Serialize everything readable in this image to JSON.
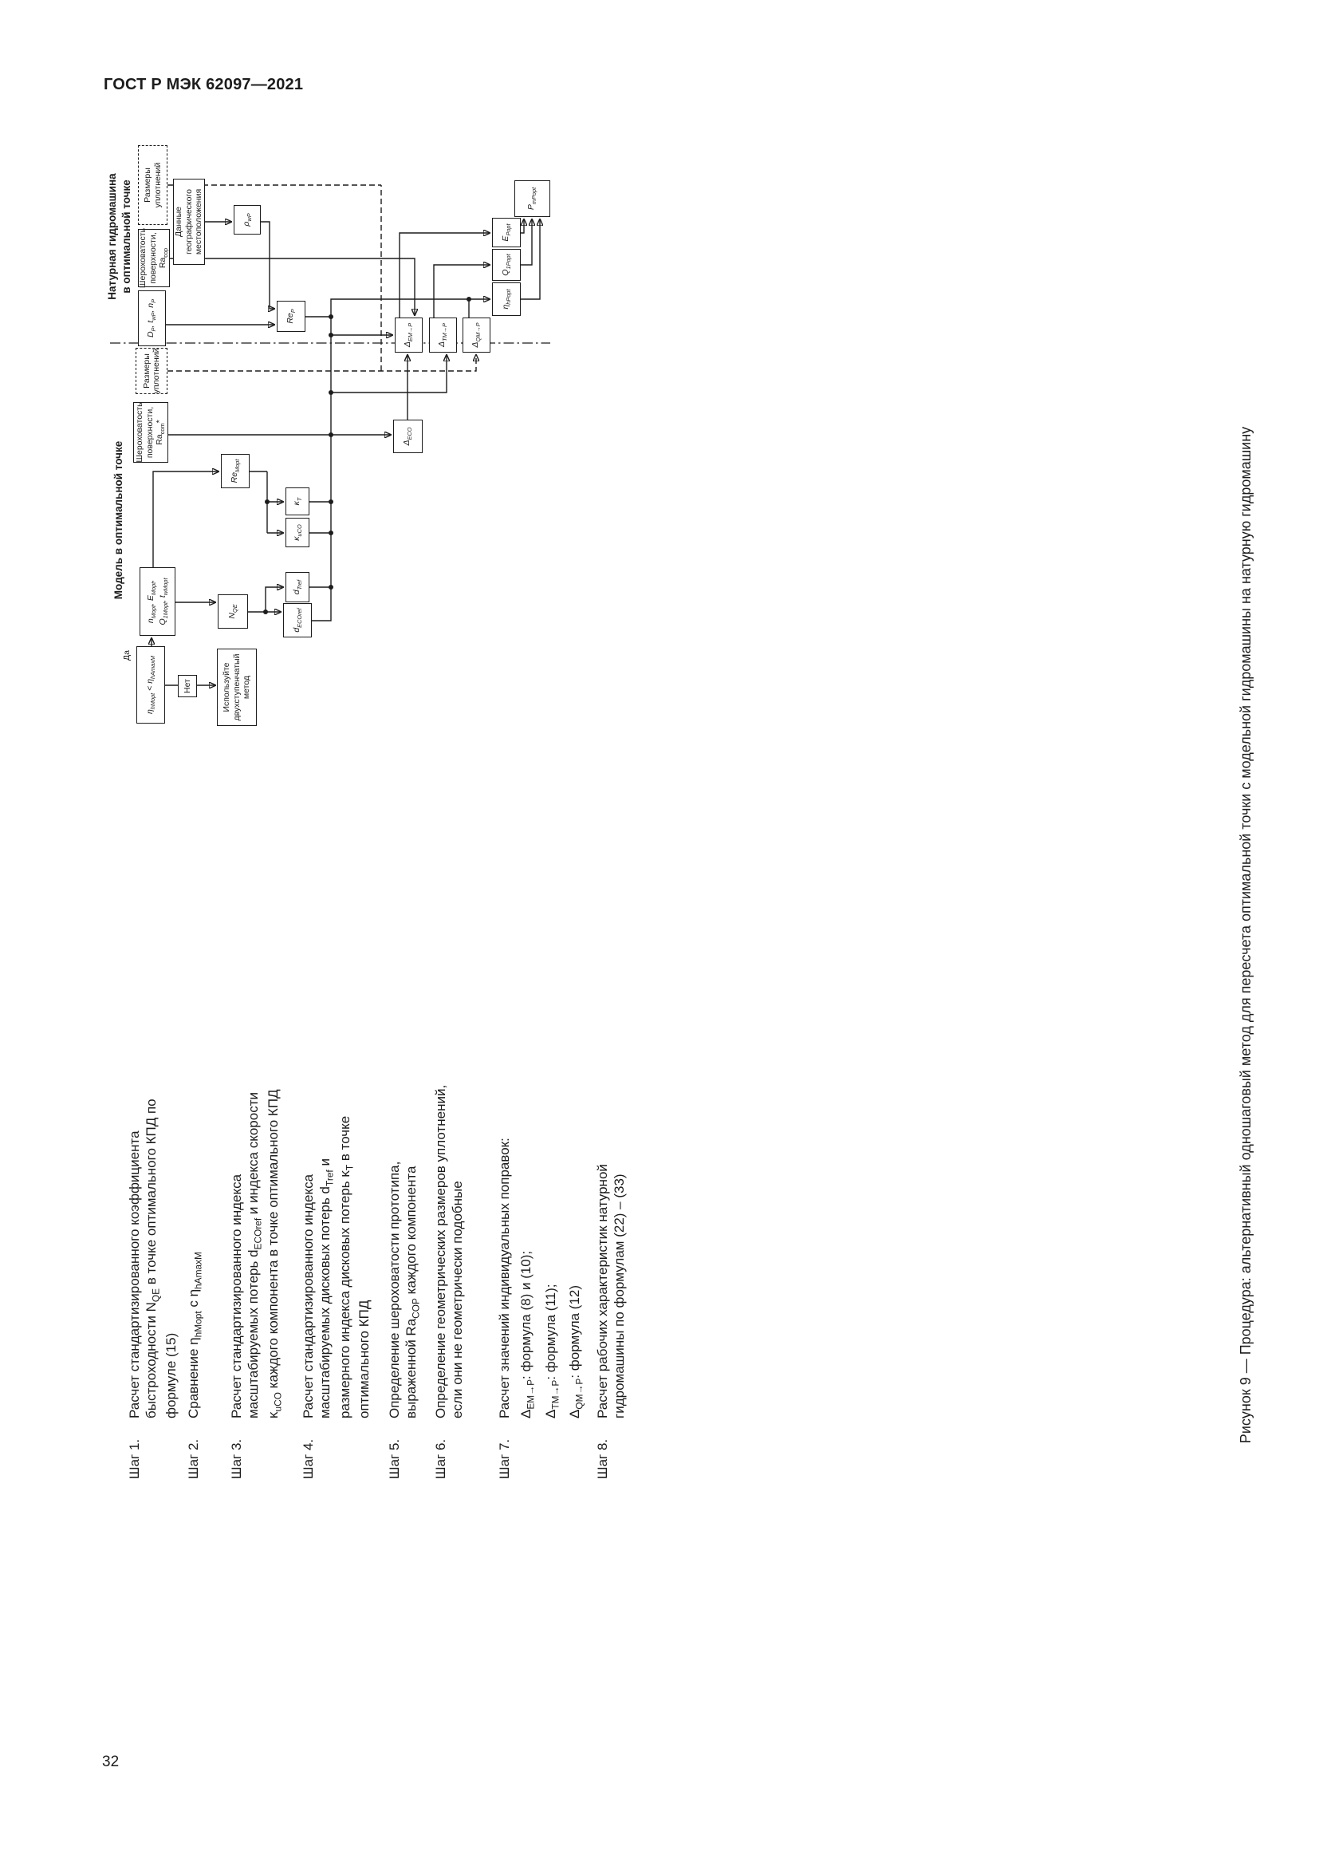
{
  "page": {
    "header": "ГОСТ Р МЭК 62097—2021",
    "number": "32"
  },
  "figure": {
    "caption": "Рисунок 9 — Процедура: альтернативный одношаговый метод для пересчета оптимальной точки с модельной гидромашины на натурную гидромашину",
    "model_header": "Модель в оптимальной точке",
    "prototype_header_line1": "Натурная гидромашина",
    "prototype_header_line2": "в оптимальной точке",
    "yes": "Да",
    "no": "Нет",
    "boxes": {
      "seal_m": "Размеры уплотнений",
      "seal_p": "Размеры уплотнений",
      "ra_m": "Шероховатость поверхности, Ra~com~*",
      "ra_p": "Шероховатость поверхности, Ra~cop~",
      "dp": "D~P~, t~wP~, n~P~",
      "geo": "Данные географического местоположения",
      "rho": "ρ~wP~",
      "re_p": "Re~P~",
      "re_m": "Re~Mopt~",
      "data": "n~Mopt~, E~Mopt~, Q~1Mopt~, t~wMopt~",
      "nqe": "N~QE~",
      "kt": "κ~T~",
      "kuco": "κ~uCO~",
      "dtref": "d~Tref~",
      "decoref": "d~ECOref~",
      "cond": "η~hMopt~ < η~hAmaxM~",
      "twostep": "Используйте двухступенчатый метод",
      "deco": "Δ~ECO~",
      "dem": "Δ~EM→P~",
      "dtm": "Δ~TM→P~",
      "dqm": "Δ~QM→P~",
      "eta_p": "η~hPopt~",
      "q_p": "Q~1Popt~",
      "e_p": "E~Popt~",
      "p_m": "P~mPopt~"
    }
  },
  "steps": [
    {
      "label": "Шаг 1.",
      "text": "Расчет стандартизированного коэффициента быстроходности N~QE~ в точке оптимального КПД по формуле (15)"
    },
    {
      "label": "Шаг 2.",
      "text": "Сравнение η~hMopt~ с η~hAmaxM~"
    },
    {
      "label": "Шаг 3.",
      "text": "Расчет стандартизированного индекса масштабируемых потерь d~ECOref~ и индекса скорости κ~uCO~ каждого компонента в точке оптимального КПД"
    },
    {
      "label": "Шаг 4.",
      "text": "Расчет стандартизированного индекса масштабируемых дисковых потерь d~Tref~ и размерного индекса дисковых потерь κ~T~ в точке оптимального КПД"
    },
    {
      "label": "Шаг 5.",
      "text": "Определение шероховатости прототипа, выраженной Ra~COP~ каждого компонента"
    },
    {
      "label": "Шаг 6.",
      "text": "Определение геометрических размеров уплотнений, если они не геометрически подобные"
    },
    {
      "label": "Шаг 7.",
      "text": "Расчет значений индивидуальных поправок:",
      "sublines": [
        "Δ~EM→P~: формула (8) и (10);",
        "Δ~TM→P~: формула (11);",
        "Δ~QM→P~: формула (12)"
      ]
    },
    {
      "label": "Шаг 8.",
      "text": "Расчет рабочих характеристик натурной гидромашины по формулам (22) – (33)"
    }
  ]
}
